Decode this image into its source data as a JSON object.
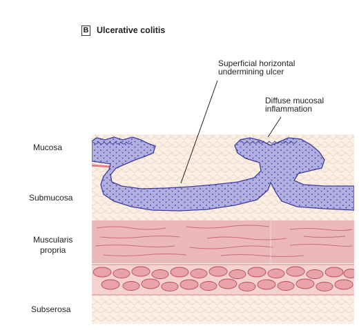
{
  "panel": {
    "letter": "B",
    "title": "Ulcerative colitis"
  },
  "annotations": {
    "ulcer": {
      "line1": "Superficial horizontal",
      "line2": "undermining ulcer"
    },
    "inflammation": {
      "line1": "Diffuse mucosal",
      "line2": "inflammation"
    }
  },
  "layers": {
    "mucosa": "Mucosa",
    "submucosa": "Submucosa",
    "muscularis_line1": "Muscularis",
    "muscularis_line2": "propria",
    "subserosa": "Subserosa"
  },
  "colors": {
    "mucosa_fill": "#b3b0e0",
    "mucosa_outline": "#3d3a9a",
    "mucosa_dots": "#3a48c8",
    "submucosa_fill": "#fbeee3",
    "muscle_fill": "#eab8b8",
    "muscle_fiber": "#c96b70",
    "cell_fill": "#e8a3a8",
    "cell_outline": "#b84a55",
    "pink_line": "#e47c84"
  }
}
